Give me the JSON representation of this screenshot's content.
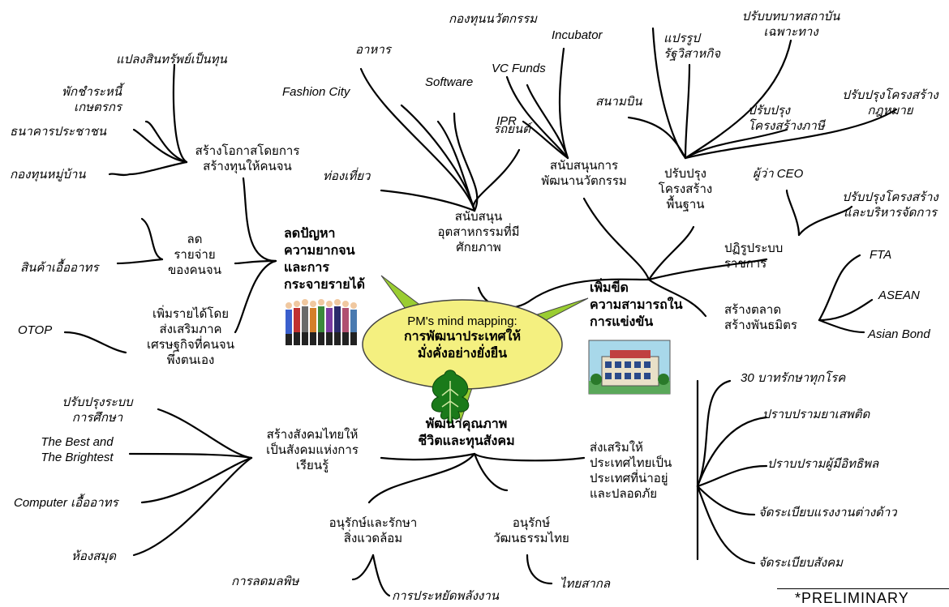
{
  "center": {
    "line1": "PM's mind mapping:",
    "line2": "การพัฒนาประเทศให้",
    "line3": "มั่งคั่งอย่างยั่งยืน"
  },
  "branches": {
    "poverty": {
      "title": "ลดปัญหา\nความยากจน\nและการ\nกระจายรายได้"
    },
    "compete": {
      "title": "เพิ่มขีด\nความสามารถใน\nการแข่งขัน"
    },
    "quality": {
      "title": "พัฒนาคุณภาพ\nชีวิตและทุนสังคม"
    }
  },
  "poverty_nodes": {
    "capital": "สร้างโอกาสโดยการ\nสร้างทุนให้คนจน",
    "cost": "ลด\nรายจ่าย\nของคนจน",
    "income": "เพิ่มรายได้โดย\nส่งเสริมภาค\nเศรษฐกิจที่คนจน\nพึ่งตนเอง"
  },
  "poverty_leaves": {
    "asset": "แปลงสินทรัพย์เป็นทุน",
    "debt": "พักชำระหนี้\nเกษตรกร",
    "bank": "ธนาคารประชาชน",
    "fund": "กองทุนหมู่บ้าน",
    "goods": "สินค้าเอื้ออาทร",
    "otop": "OTOP"
  },
  "compete_nodes": {
    "industry": "สนับสนุน\nอุตสาหกรรมที่มี\nศักยภาพ",
    "innovation": "สนับสนุนการ\nพัฒนานวัตกรรม",
    "infra": "ปรับปรุง\nโครงสร้าง\nพื้นฐาน",
    "reform": "ปฏิรูประบบ\nราชการ",
    "market": "สร้างตลาด\nสร้างพันธมิตร"
  },
  "compete_leaves": {
    "food": "อาหาร",
    "fashion": "Fashion City",
    "software": "Software",
    "auto": "รถยนต์",
    "tourism": "ท่องเที่ยว",
    "innofund": "กองทุนนวัตกรรม",
    "incubator": "Incubator",
    "vc": "VC Funds",
    "ipr": "IPR",
    "airport": "สนามบิน",
    "soe": "แปรรูป\nรัฐวิสาหกิจ",
    "inst": "ปรับบทบาทสถาบัน\nเฉพาะทาง",
    "tax": "ปรับปรุง\nโครงสร้างภาษี",
    "law": "ปรับปรุงโครงสร้าง\nกฎหมาย",
    "ceo": "ผู้ว่า CEO",
    "admin": "ปรับปรุงโครงสร้าง\nและบริหารจัดการ",
    "fta": "FTA",
    "asean": "ASEAN",
    "bond": "Asian Bond"
  },
  "quality_nodes": {
    "learning": "สร้างสังคมไทยให้\nเป็นสังคมแห่งการ\nเรียนรู้",
    "env": "อนุรักษ์และรักษา\nสิ่งแวดล้อม",
    "culture": "อนุรักษ์\nวัฒนธรรมไทย",
    "safe": "ส่งเสริมให้\nประเทศไทยเป็น\nประเทศที่น่าอยู่\nและปลอดภัย"
  },
  "quality_leaves": {
    "edu": "ปรับปรุงระบบ\nการศึกษา",
    "best": "The Best and\nThe Brightest",
    "computer": "Computer เอื้ออาทร",
    "library": "ห้องสมุด",
    "pollution": "การลดมลพิษ",
    "energy": "การประหยัดพลังงาน",
    "intl": "ไทยสากล",
    "health": "30 บาทรักษาทุกโรค",
    "drugs": "ปราบปรามยาเสพติด",
    "influence": "ปราบปรามผู้มีอิทธิพล",
    "labor": "จัดระเบียบแรงงานต่างด้าว",
    "social": "จัดระเบียบสังคม"
  },
  "footer": {
    "note": "*PRELIMINARY"
  },
  "colors": {
    "leaf_green": "#9acd32",
    "ellipse_fill": "#f4f080",
    "tree": "#1a7a1a"
  }
}
